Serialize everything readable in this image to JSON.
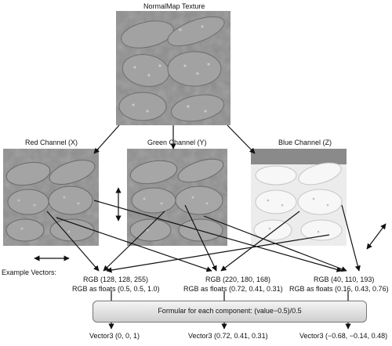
{
  "titles": {
    "normalmap": "NormalMap Texture",
    "red": "Red Channel (X)",
    "green": "Green Channel (Y)",
    "blue": "Blue Channel (Z)"
  },
  "example_label": "Example Vectors:",
  "samples": [
    {
      "rgb": "RGB (128, 128, 255)",
      "floats": "RGB as floats (0.5, 0.5, 1.0)",
      "vector": "Vector3 (0, 0, 1)"
    },
    {
      "rgb": "RGB (220, 180, 168)",
      "floats": "RGB as floats (0.72, 0.41, 0.31)",
      "vector": "Vector3 (0.72, 0.41, 0.31)"
    },
    {
      "rgb": "RGB (40, 110, 193)",
      "floats": "RGB as floats (0.16, 0.43, 0.76)",
      "vector": "Vector3 (−0.68, −0.14, 0.48)"
    }
  ],
  "formula": "Formular for each component: (value−0.5)/0.5",
  "colors": {
    "panel_border": "#777777",
    "arrow": "#111111"
  }
}
